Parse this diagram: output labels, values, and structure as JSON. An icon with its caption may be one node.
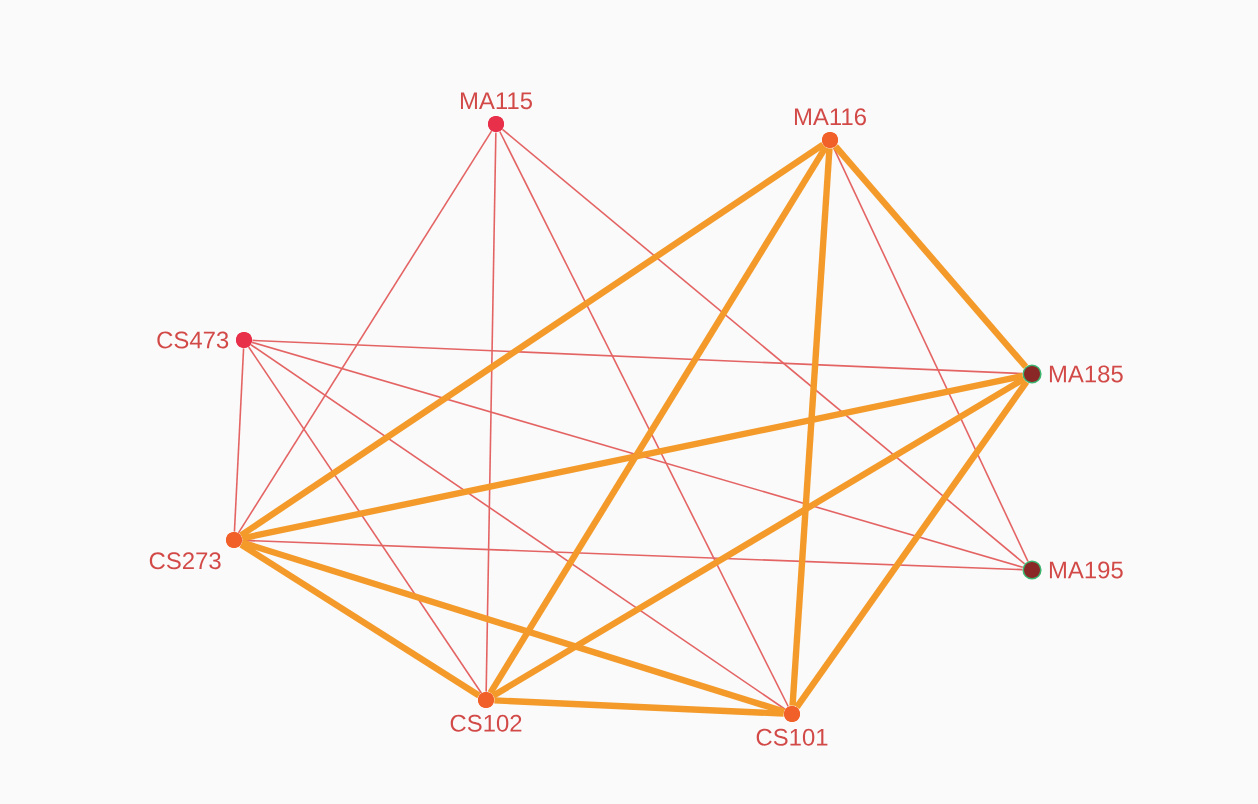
{
  "diagram": {
    "nodes": [
      {
        "text": [
          "MA115"
        ]
      },
      {
        "text": [
          "MA116"
        ]
      },
      {
        "text": [
          "CS473"
        ]
      },
      {
        "text": [
          "MA185"
        ]
      },
      {
        "text": [
          "CS273"
        ]
      },
      {
        "text": [
          "MA195"
        ]
      },
      {
        "text": [
          "CS102"
        ]
      },
      {
        "text": [
          "CS101"
        ]
      }
    ],
    "edges": [
      {
        "from": 0,
        "to": 4,
        "arrow": "none"
      },
      {
        "from": 0,
        "to": 6,
        "arrow": "none"
      },
      {
        "from": 0,
        "to": 7,
        "arrow": "none"
      },
      {
        "from": 0,
        "to": 5,
        "arrow": "none"
      },
      {
        "from": 2,
        "to": 4,
        "arrow": "none"
      },
      {
        "from": 2,
        "to": 3,
        "arrow": "none"
      },
      {
        "from": 2,
        "to": 5,
        "arrow": "none"
      },
      {
        "from": 2,
        "to": 6,
        "arrow": "none"
      },
      {
        "from": 2,
        "to": 7,
        "arrow": "none"
      },
      {
        "from": 4,
        "to": 5,
        "arrow": "none"
      },
      {
        "from": 1,
        "to": 5,
        "arrow": "none"
      },
      {
        "from": 1,
        "to": 4,
        "arrow": "none",
        "style": "thick",
        "color": "#f39a2a"
      },
      {
        "from": 1,
        "to": 6,
        "arrow": "none",
        "style": "thick",
        "color": "#f39a2a"
      },
      {
        "from": 1,
        "to": 7,
        "arrow": "none",
        "style": "thick",
        "color": "#f39a2a"
      },
      {
        "from": 1,
        "to": 3,
        "arrow": "none",
        "style": "thick",
        "color": "#f39a2a"
      },
      {
        "from": 4,
        "to": 3,
        "arrow": "none",
        "style": "thick",
        "color": "#f39a2a"
      },
      {
        "from": 4,
        "to": 6,
        "arrow": "none",
        "style": "thick",
        "color": "#f39a2a"
      },
      {
        "from": 4,
        "to": 7,
        "arrow": "none",
        "style": "thick",
        "color": "#f39a2a"
      },
      {
        "from": 6,
        "to": 7,
        "arrow": "none",
        "style": "thick",
        "color": "#f39a2a"
      },
      {
        "from": 6,
        "to": 3,
        "arrow": "none",
        "style": "thick",
        "color": "#f39a2a"
      },
      {
        "from": 7,
        "to": 3,
        "arrow": "none",
        "style": "thick",
        "color": "#f39a2a"
      }
    ]
  }
}
